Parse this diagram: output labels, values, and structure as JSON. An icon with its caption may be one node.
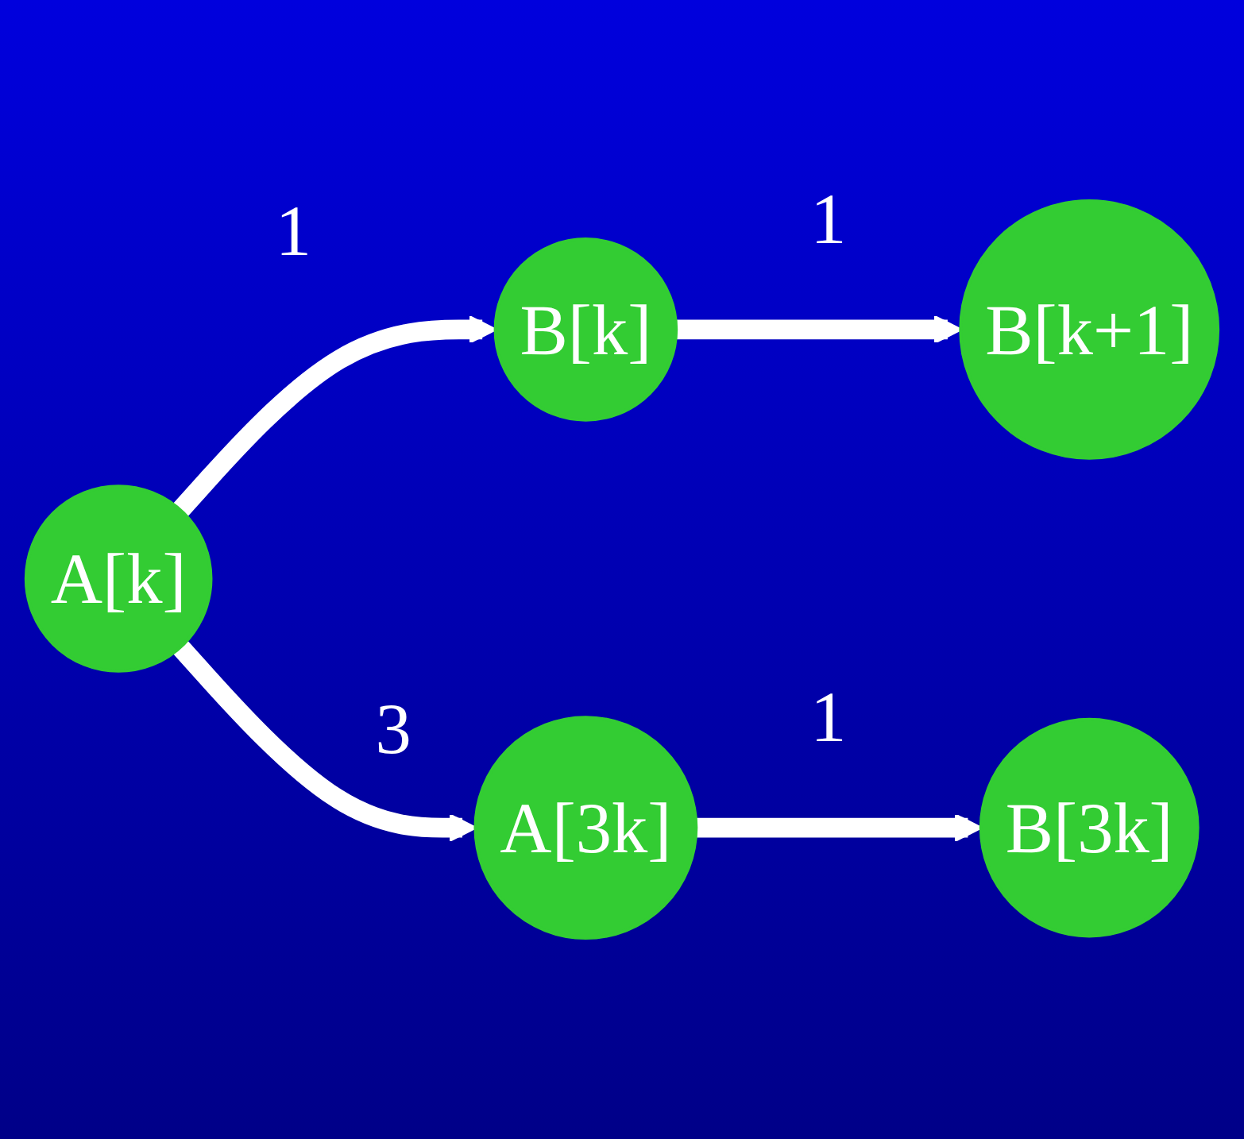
{
  "diagram": {
    "nodes": [
      {
        "text": [
          "A[k]"
        ]
      },
      {
        "text": [
          "B[k]"
        ]
      },
      {
        "text": [
          "B[k+1]"
        ]
      },
      {
        "text": [
          "A[3k]"
        ]
      },
      {
        "text": [
          "B[3k]"
        ]
      }
    ],
    "edges": [
      {
        "from": 0,
        "to": 1,
        "arrow": "to",
        "label": "1"
      },
      {
        "from": 1,
        "to": 2,
        "arrow": "to",
        "label": "1"
      },
      {
        "from": 0,
        "to": 3,
        "arrow": "to",
        "label": "3"
      },
      {
        "from": 3,
        "to": 4,
        "arrow": "to",
        "label": "1"
      }
    ]
  }
}
